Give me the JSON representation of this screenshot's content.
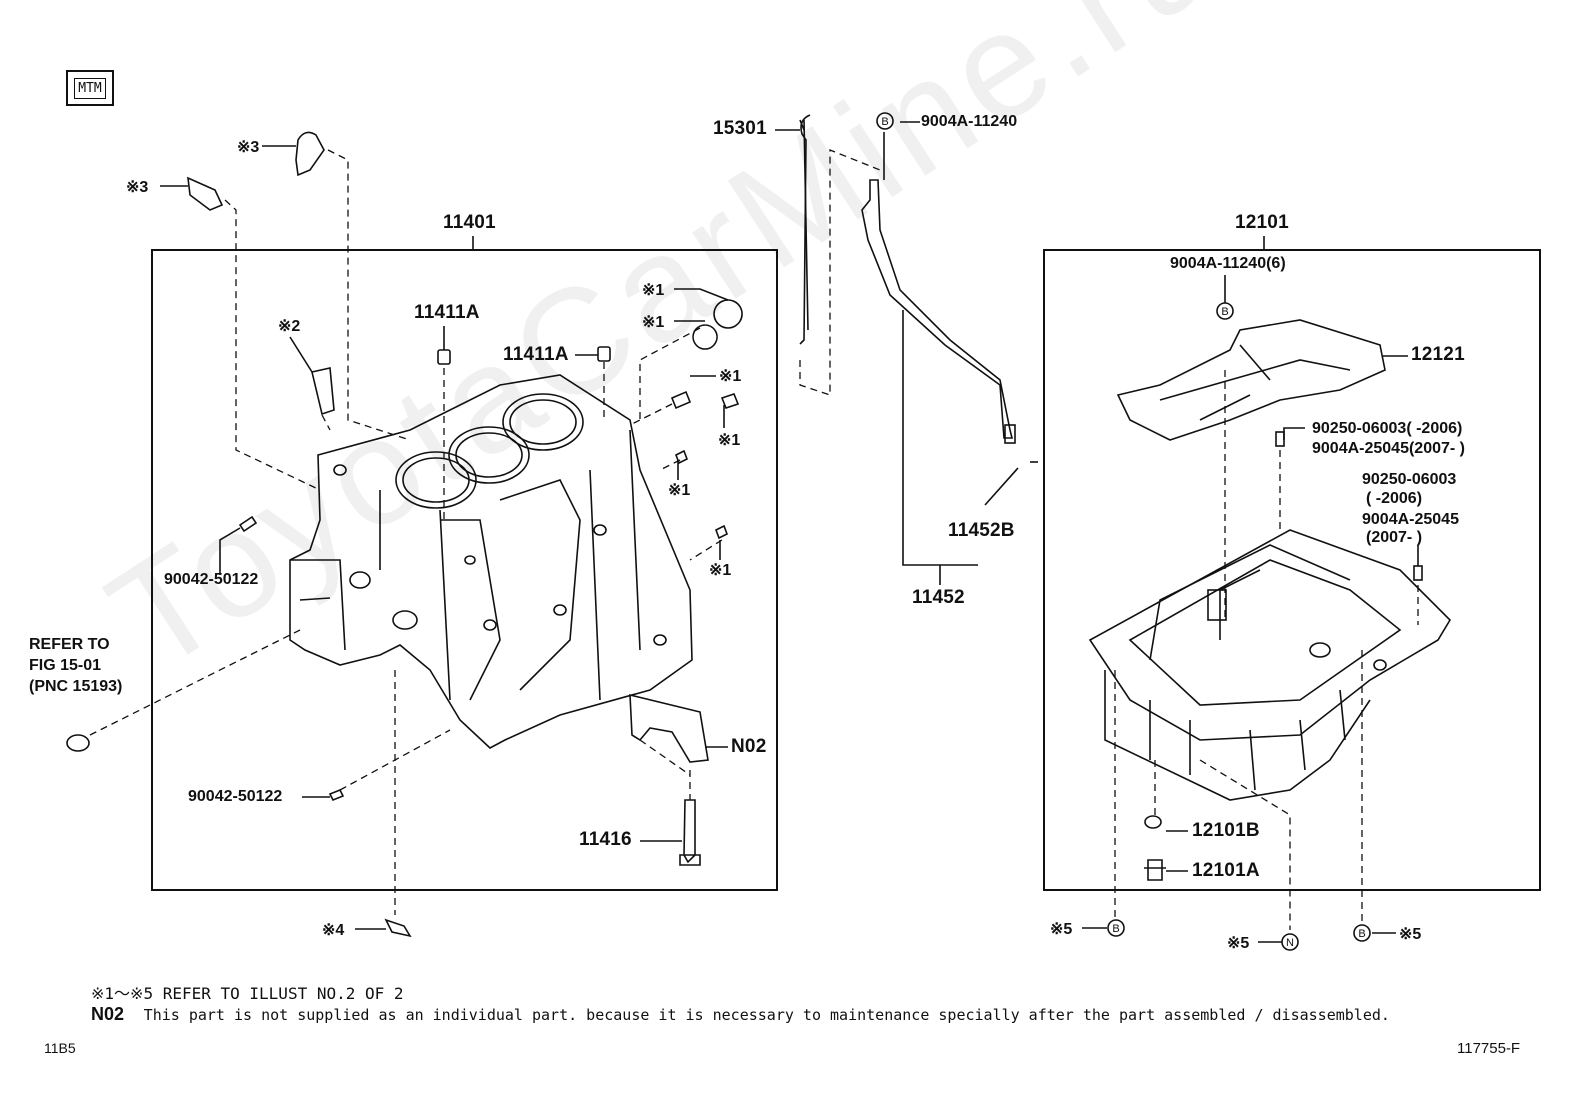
{
  "badge": "MTM",
  "watermark": "ToyotaCarMine.ru",
  "labels": {
    "block": "11401",
    "pan": "12101",
    "pin1": "11411A",
    "pin2": "11411A",
    "sensor1": "※3",
    "sensor2": "※3",
    "ref2": "※2",
    "ref1a": "※1",
    "ref1b": "※1",
    "ref1c": "※1",
    "ref1d": "※1",
    "ref1e": "※1",
    "ref1f": "※1",
    "stud1": "90042-50122",
    "stud2": "90042-50122",
    "refer_l1": "REFER TO",
    "refer_l2": "FIG 15-01",
    "refer_l3": "(PNC 15193)",
    "n02": "N02",
    "bolt": "11416",
    "ref4": "※4",
    "dipstick": "15301",
    "bolt_b_top": "9004A-11240",
    "guide": "11452",
    "oring": "11452B",
    "pan_bolt": "9004A-11240(6)",
    "baffle": "12121",
    "stud_a1": "90250-06003(      -2006)",
    "stud_a2": "9004A-25045(2007-      )",
    "stud_b1": "90250-06003",
    "stud_b2": "(      -2006)",
    "stud_b3": "9004A-25045",
    "stud_b4": "(2007-      )",
    "gasket": "12101B",
    "plug": "12101A",
    "ref5a": "※5",
    "ref5b": "※5",
    "ref5c": "※5",
    "circle_b": "B",
    "circle_n": "N"
  },
  "footer": {
    "note1": "※1～※5 REFER TO ILLUST NO.2 OF 2",
    "note2_code": "N02",
    "note2_text": "This part is not supplied as an individual part. because it is necessary to maintenance specially after the part assembled / disassembled.",
    "page_left": "11B5",
    "page_right": "117755-F"
  }
}
